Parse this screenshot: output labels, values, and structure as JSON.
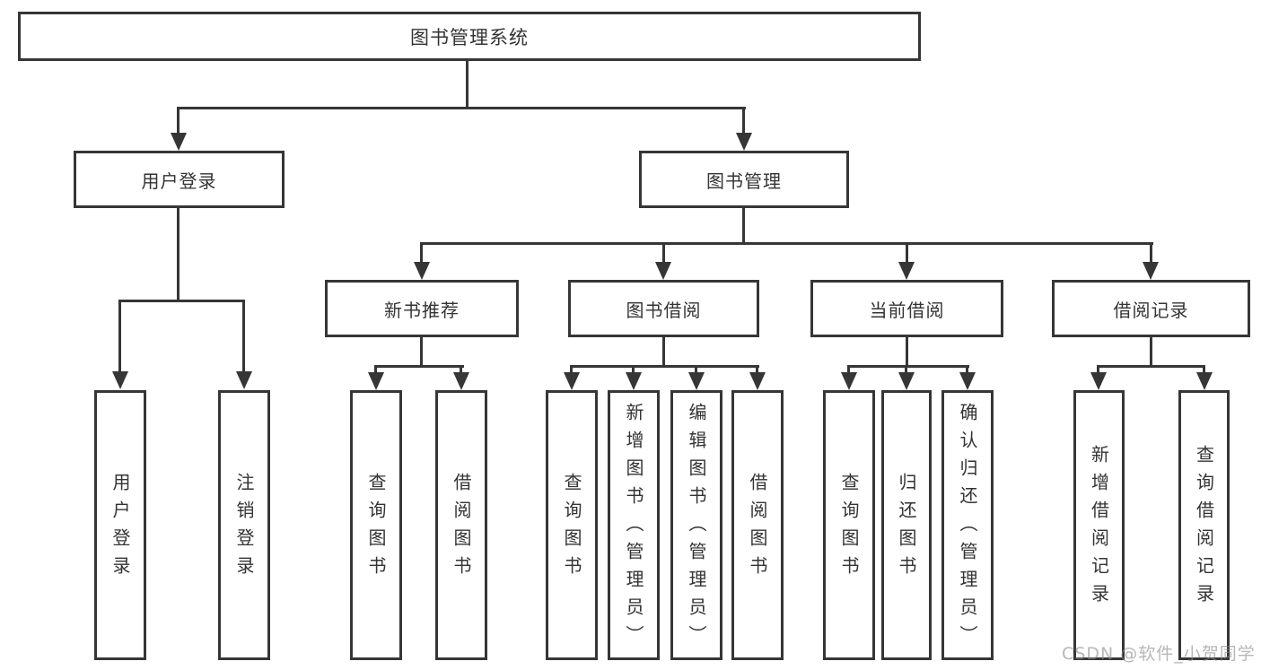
{
  "diagram": {
    "type": "hierarchy-flowchart",
    "colors": {
      "line": "#363636",
      "text": "#333333",
      "background": "#ffffff",
      "watermark": "#8a8a8a"
    },
    "watermark": {
      "text": "CSDN @软件_小贺同学"
    },
    "tree": {
      "root": {
        "label": "图书管理系统",
        "children": [
          {
            "label": "用户登录",
            "children": [
              {
                "label": "用户登录"
              },
              {
                "label": "注销登录"
              }
            ]
          },
          {
            "label": "图书管理",
            "children": [
              {
                "label": "新书推荐",
                "children": [
                  {
                    "label": "查询图书"
                  },
                  {
                    "label": "借阅图书"
                  }
                ]
              },
              {
                "label": "图书借阅",
                "children": [
                  {
                    "label": "查询图书"
                  },
                  {
                    "label": "新增图书（管理员）"
                  },
                  {
                    "label": "编辑图书（管理员）"
                  },
                  {
                    "label": "借阅图书"
                  }
                ]
              },
              {
                "label": "当前借阅",
                "children": [
                  {
                    "label": "查询图书"
                  },
                  {
                    "label": "归还图书"
                  },
                  {
                    "label": "确认归还（管理员）"
                  }
                ]
              },
              {
                "label": "借阅记录",
                "children": [
                  {
                    "label": "新增借阅记录"
                  },
                  {
                    "label": "查询借阅记录"
                  }
                ]
              }
            ]
          }
        ]
      }
    }
  }
}
